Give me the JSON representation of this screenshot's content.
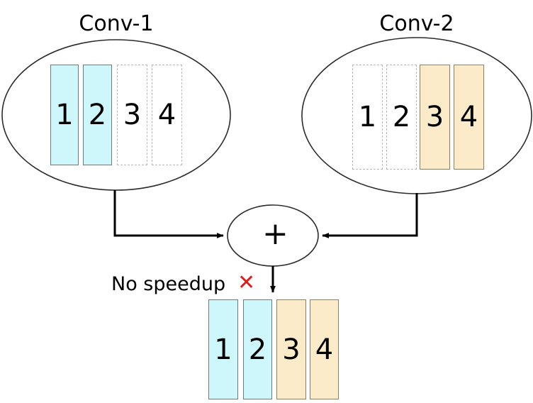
{
  "diagram": {
    "title_left": "Conv-1",
    "title_right": "Conv-2",
    "operator": "+",
    "note": "No speedup",
    "note_marker": "✕",
    "note_marker_color": "#e01b1b",
    "colors": {
      "cyan_fill": "#cdf7fb",
      "cyan_stroke": "#6f7b7b",
      "tan_fill": "#fbebc8",
      "tan_stroke": "#8a8066",
      "dashed_stroke": "#b8b8b8",
      "ellipse_stroke": "#2b2b2b",
      "arrow_stroke": "#000000",
      "text": "#000000"
    },
    "left_group": {
      "name": "Conv-1",
      "channels": [
        {
          "label": "1",
          "state": "active",
          "style": "cyan"
        },
        {
          "label": "2",
          "state": "active",
          "style": "cyan"
        },
        {
          "label": "3",
          "state": "pruned",
          "style": "dashed"
        },
        {
          "label": "4",
          "state": "pruned",
          "style": "dashed"
        }
      ]
    },
    "right_group": {
      "name": "Conv-2",
      "channels": [
        {
          "label": "1",
          "state": "pruned",
          "style": "dashed"
        },
        {
          "label": "2",
          "state": "pruned",
          "style": "dashed"
        },
        {
          "label": "3",
          "state": "active",
          "style": "tan"
        },
        {
          "label": "4",
          "state": "active",
          "style": "tan"
        }
      ]
    },
    "output_group": {
      "name": "sum-output",
      "channels": [
        {
          "label": "1",
          "state": "active",
          "style": "cyan"
        },
        {
          "label": "2",
          "state": "active",
          "style": "cyan"
        },
        {
          "label": "3",
          "state": "active",
          "style": "tan"
        },
        {
          "label": "4",
          "state": "active",
          "style": "tan"
        }
      ]
    }
  }
}
